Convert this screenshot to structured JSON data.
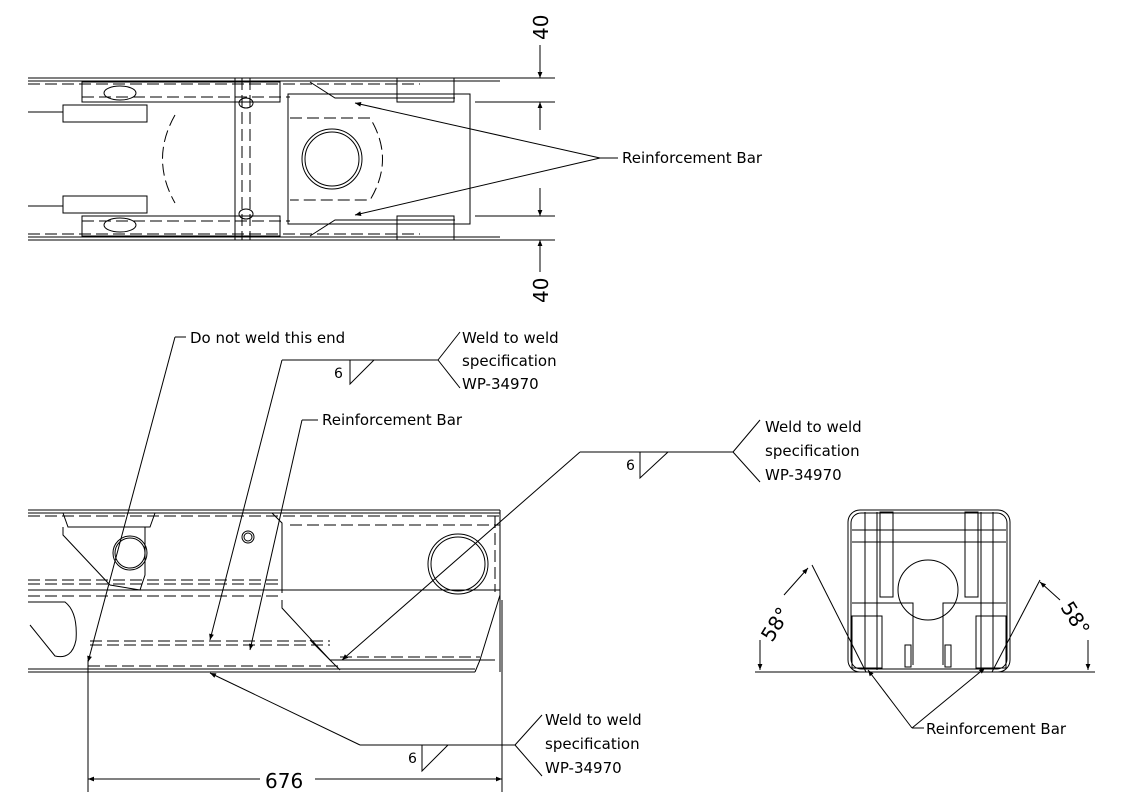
{
  "top_view": {
    "dimension_top": "40",
    "dimension_bottom": "40",
    "label": "Reinforcement Bar"
  },
  "side_view": {
    "note_no_weld": "Do not weld this end",
    "label_reinforcement": "Reinforcement Bar",
    "dimension_length": "676",
    "welds": [
      {
        "size": "6",
        "line1": "Weld to weld",
        "line2": "specification",
        "line3": "WP-34970"
      },
      {
        "size": "6",
        "line1": "Weld to weld",
        "line2": "specification",
        "line3": "WP-34970"
      },
      {
        "size": "6",
        "line1": "Weld to weld",
        "line2": "specification",
        "line3": "WP-34970"
      }
    ]
  },
  "end_view": {
    "angle_left": "58°",
    "angle_right": "58°",
    "label": "Reinforcement Bar"
  }
}
